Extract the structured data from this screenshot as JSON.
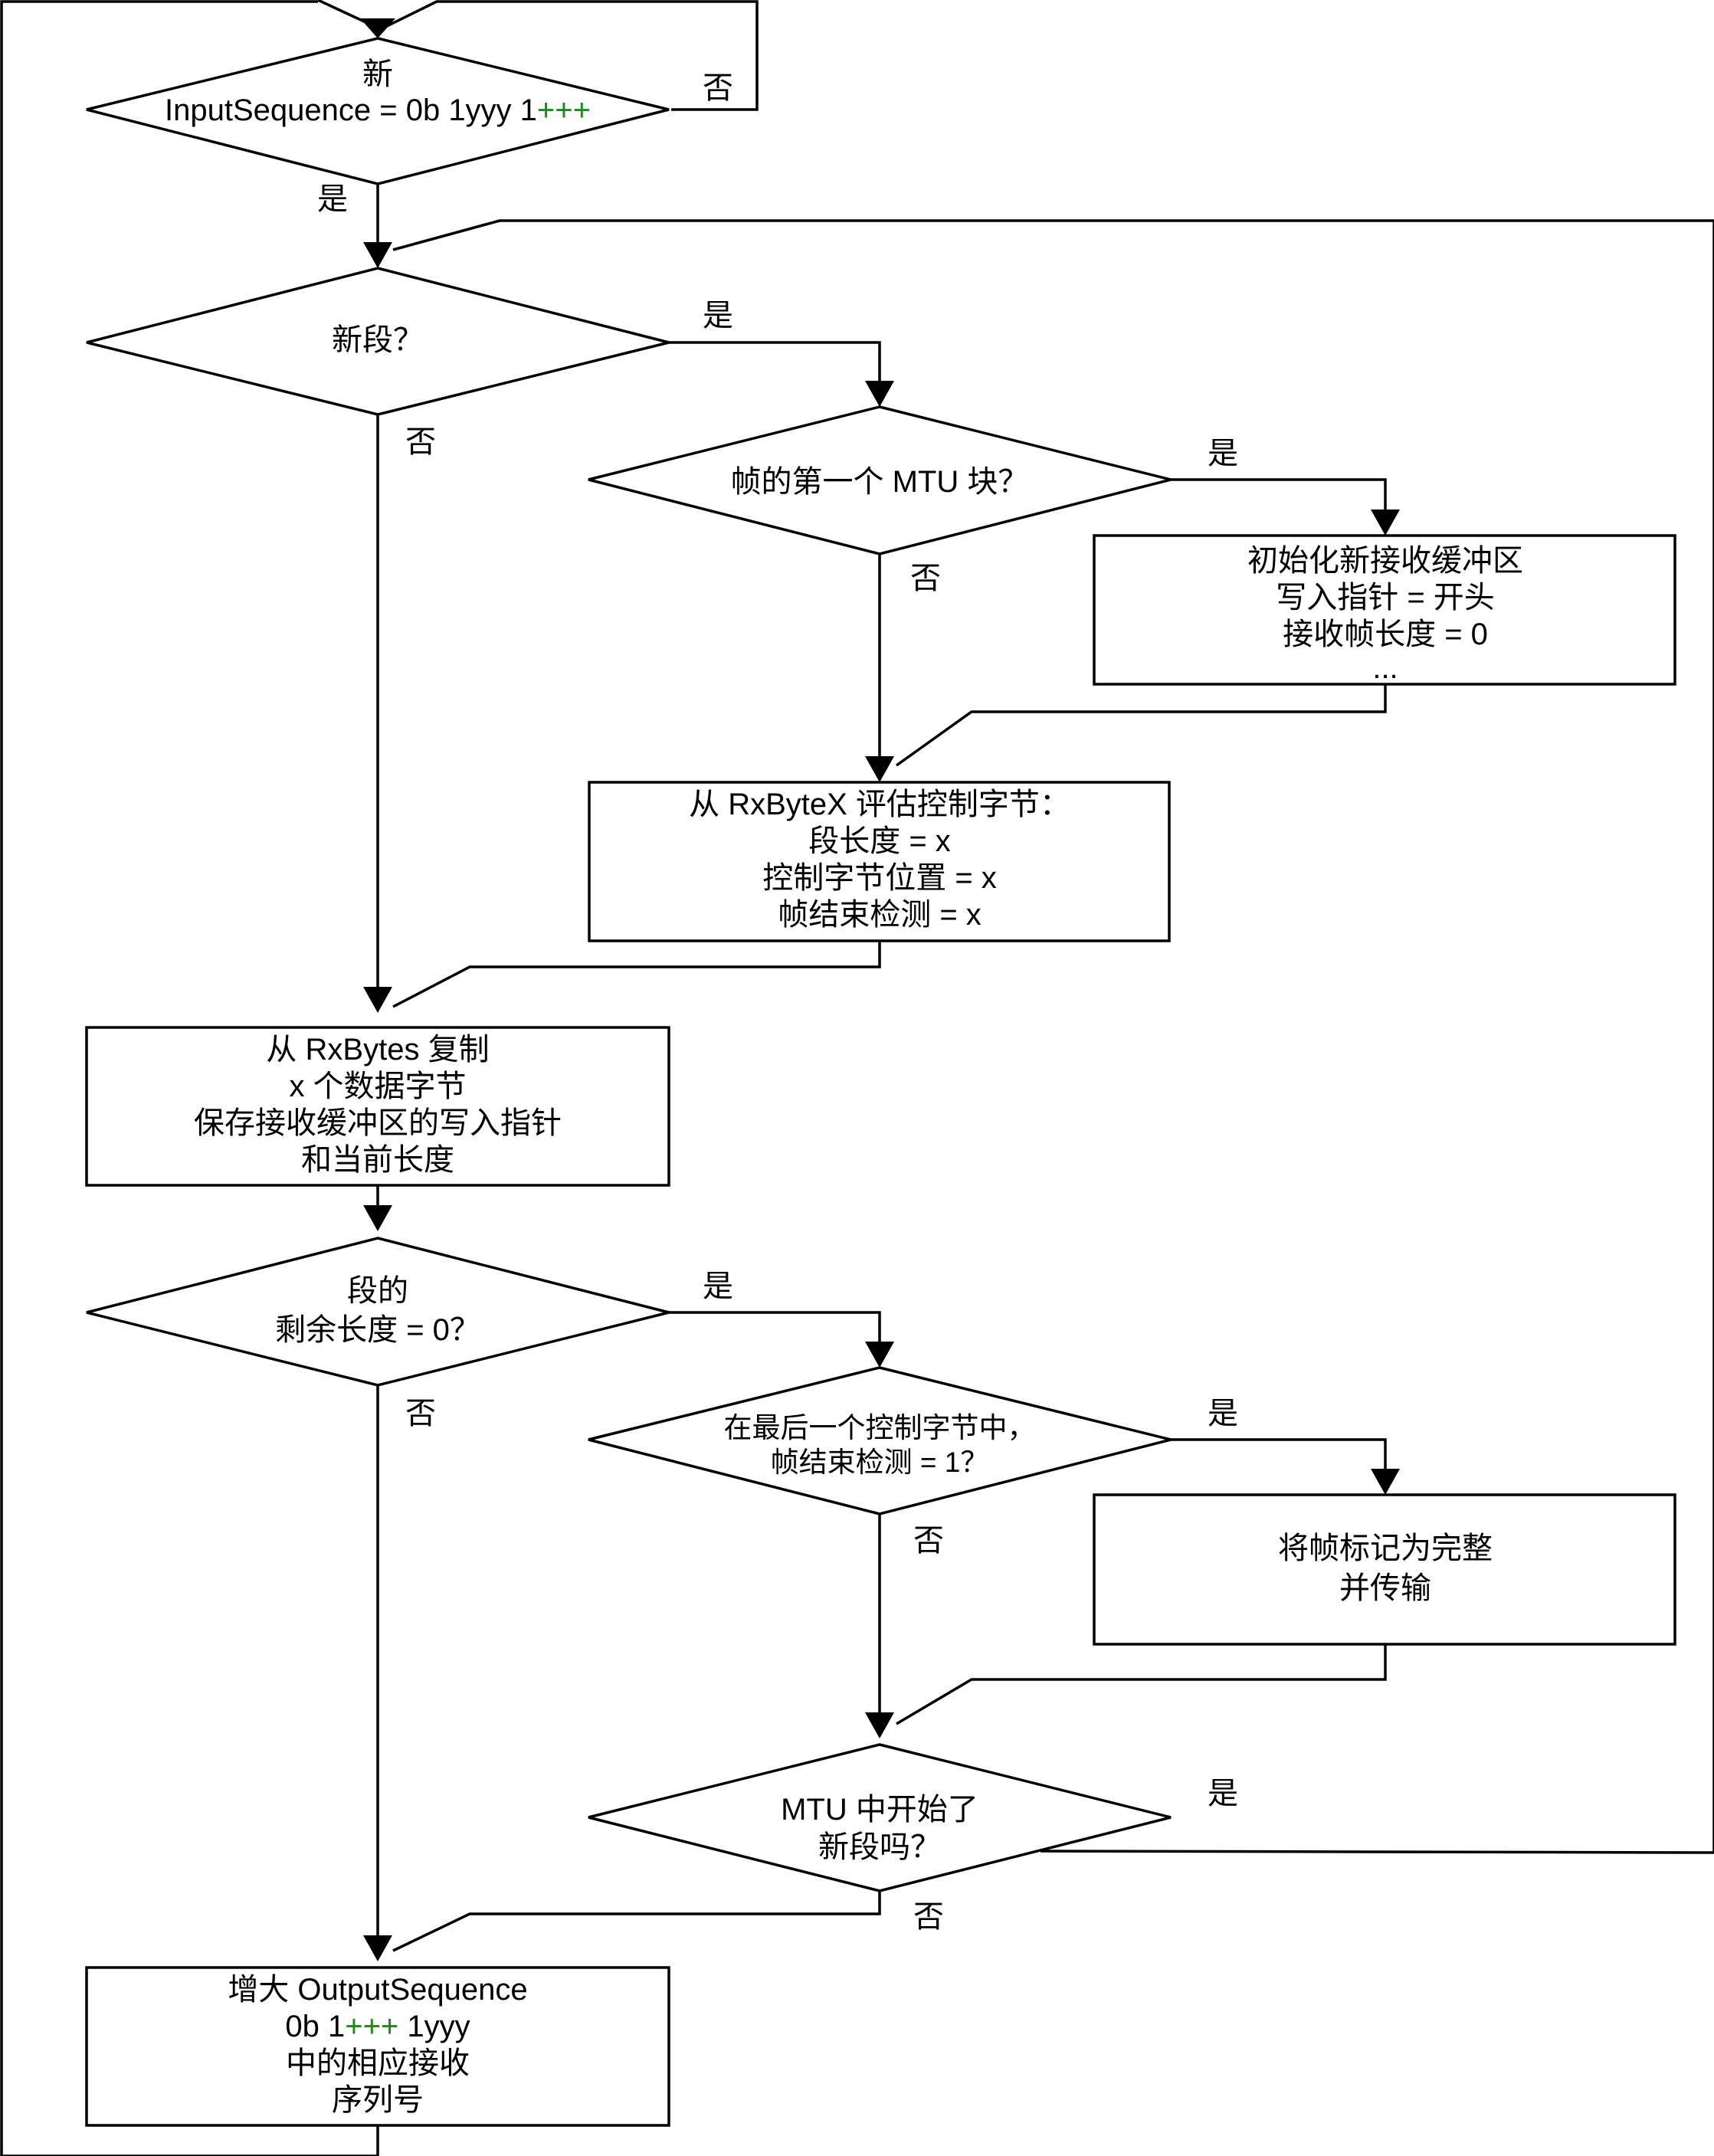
{
  "nodes": {
    "input_check": {
      "lines": [
        "新",
        "InputSequence = 0b 1yyy 1"
      ],
      "highlight": "+++"
    },
    "new_segment": {
      "lines": [
        "新段？"
      ]
    },
    "first_mtu": {
      "lines": [
        "帧的第一个 MTU 块？"
      ]
    },
    "init_buffer": {
      "lines": [
        "初始化新接收缓冲区",
        "写入指针 = 开头",
        "接收帧长度 = 0",
        "..."
      ]
    },
    "eval_ctrl": {
      "lines": [
        "从 RxByteX 评估控制字节：",
        "段长度 = x",
        "控制字节位置 = x",
        "帧结束检测 = x"
      ]
    },
    "copy_data": {
      "lines": [
        "从 RxBytes 复制",
        "x 个数据字节",
        "保存接收缓冲区的写入指针",
        "和当前长度"
      ]
    },
    "segment_remaining": {
      "lines": [
        "段的",
        "剩余长度 = 0？"
      ]
    },
    "last_ctrl": {
      "lines": [
        "在最后一个控制字节中，",
        "帧结束检测 = 1？"
      ]
    },
    "mark_complete": {
      "lines": [
        "将帧标记为完整",
        "并传输"
      ]
    },
    "mtu_new_segment": {
      "lines": [
        "MTU 中开始了",
        "新段吗？"
      ]
    },
    "increase_output": {
      "lines": [
        "增大 OutputSequence",
        "0b 1",
        "中的相应接收",
        "序列号"
      ],
      "highlight": "+++",
      "suffix": " 1yyy"
    }
  },
  "edge_labels": {
    "yes": "是",
    "no": "否"
  },
  "colors": {
    "line": "#000000",
    "highlight": "#1a8a1a"
  }
}
